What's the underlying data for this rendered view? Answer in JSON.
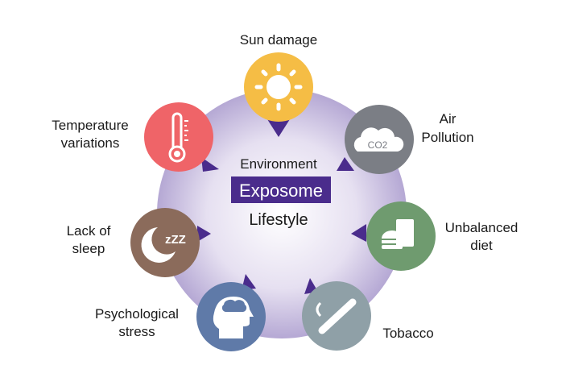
{
  "center": {
    "top": "Environment",
    "highlight": "Exposome",
    "bottom": "Lifestyle"
  },
  "factors": [
    {
      "id": "sun",
      "lines": [
        "Sun damage"
      ],
      "icon": "sun-icon",
      "color": "#f5bd45"
    },
    {
      "id": "air",
      "lines": [
        "Air",
        "Pollution"
      ],
      "icon": "co2-cloud-icon",
      "color": "#7b7e85",
      "icon_text": "CO2"
    },
    {
      "id": "diet",
      "lines": [
        "Unbalanced",
        "diet"
      ],
      "icon": "fast-food-icon",
      "color": "#6f9b6f"
    },
    {
      "id": "tobacco",
      "lines": [
        "Tobacco"
      ],
      "icon": "cigarette-icon",
      "color": "#8fa0a7"
    },
    {
      "id": "stress",
      "lines": [
        "Psychological",
        "stress"
      ],
      "icon": "stressed-head-icon",
      "color": "#5f7aa8"
    },
    {
      "id": "sleep",
      "lines": [
        "Lack of",
        "sleep"
      ],
      "icon": "moon-sleep-icon",
      "color": "#8b6b5b",
      "icon_text": "zZZ"
    },
    {
      "id": "temp",
      "lines": [
        "Temperature",
        "variations"
      ],
      "icon": "thermometer-icon",
      "color": "#ef6468"
    }
  ],
  "colors": {
    "accent": "#4a2c8c",
    "circle_edge": "#b3a6d3",
    "circle_center": "#ffffff"
  }
}
